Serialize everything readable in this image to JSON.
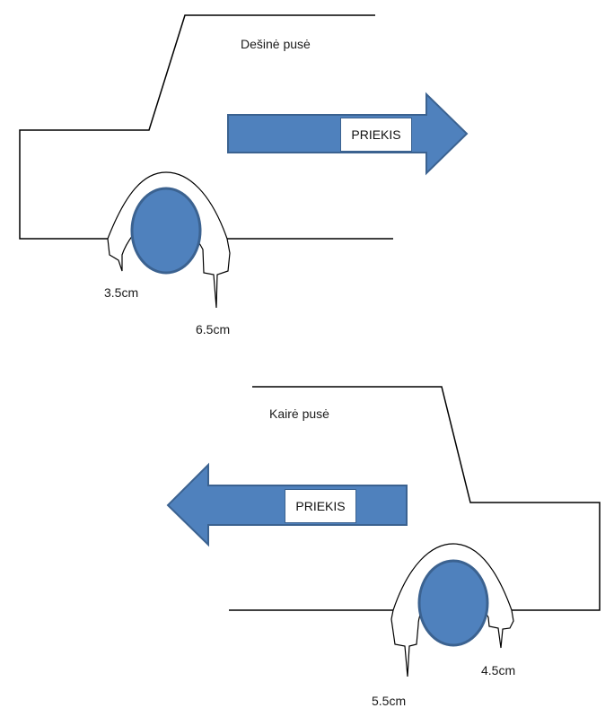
{
  "right_side": {
    "title": "Dešinė pusė",
    "arrow_label": "PRIEKIS",
    "measure_rear": "3.5cm",
    "measure_front": "6.5cm"
  },
  "left_side": {
    "title": "Kairė pusė",
    "arrow_label": "PRIEKIS",
    "measure_front": "5.5cm",
    "measure_rear": "4.5cm"
  },
  "colors": {
    "shape_fill": "#4f81bd",
    "shape_stroke": "#3b6290",
    "line": "#000000"
  }
}
